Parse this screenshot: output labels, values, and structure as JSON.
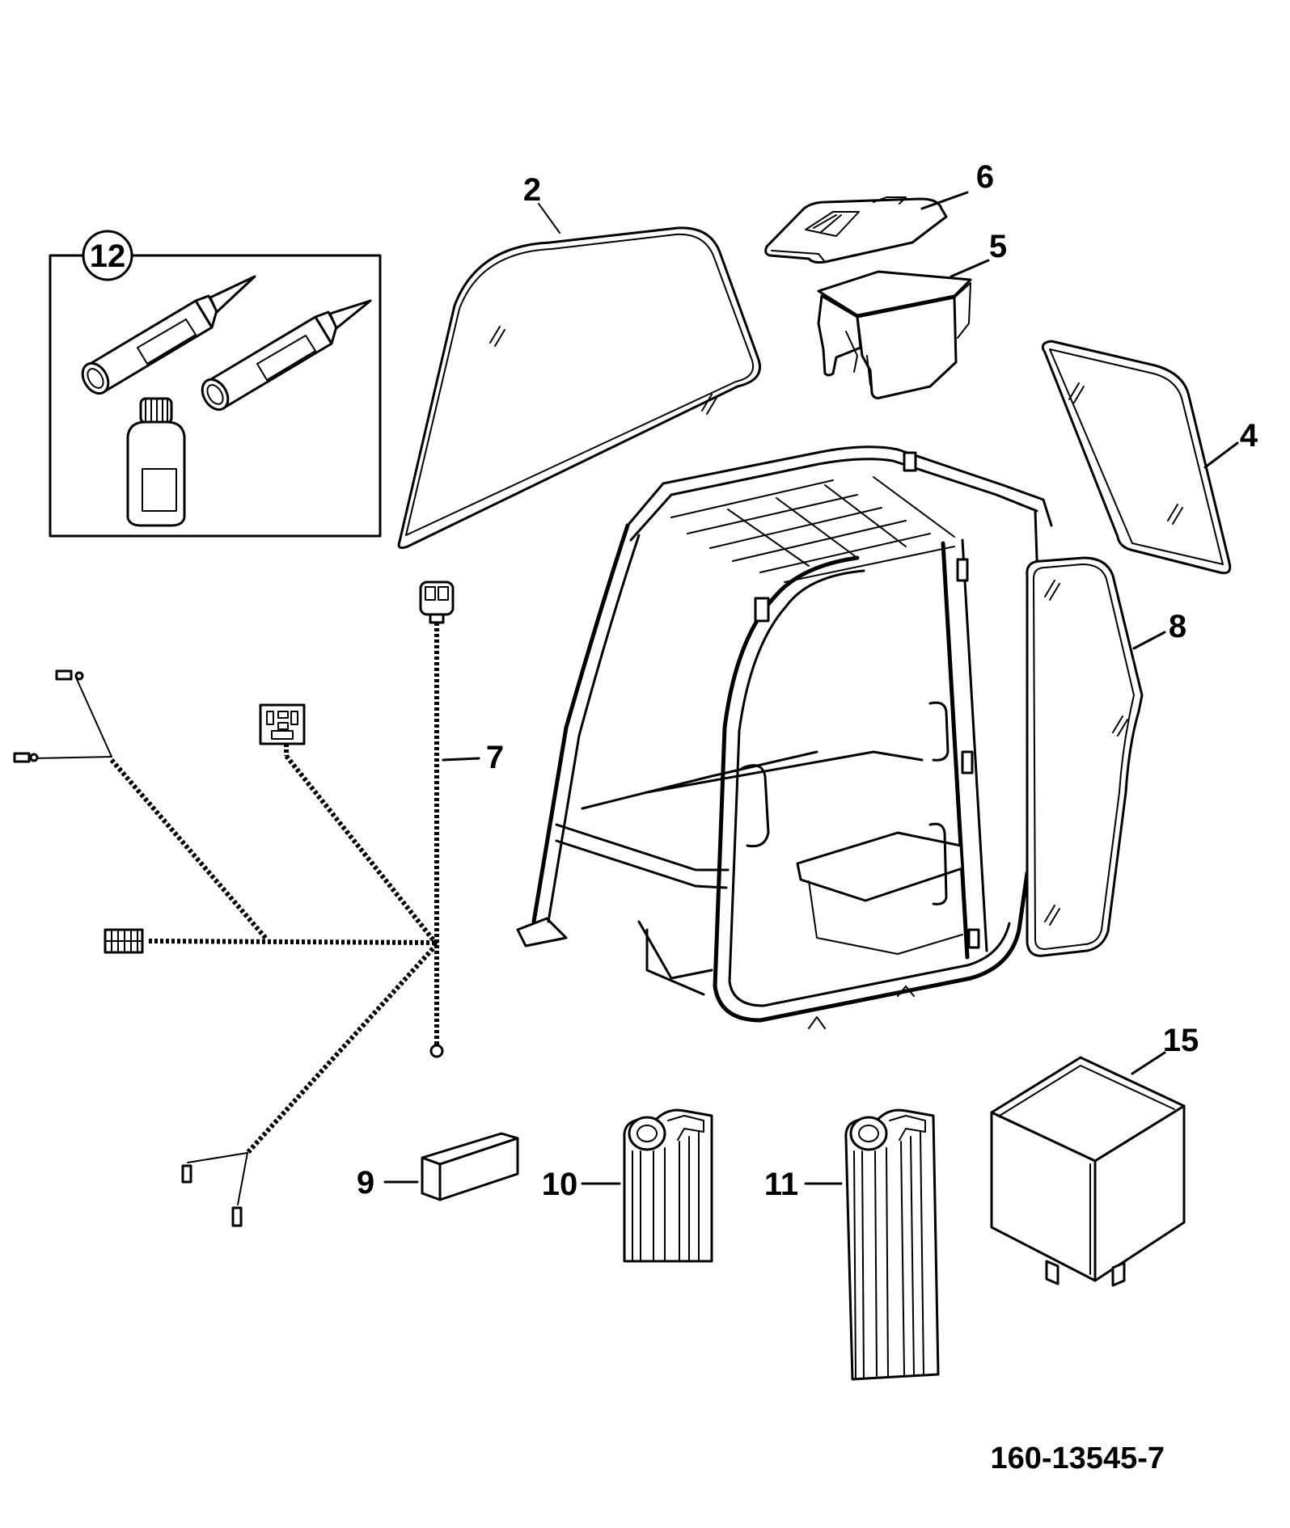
{
  "drawing_number": "160-13545-7",
  "callouts": {
    "c2": "2",
    "c4": "4",
    "c5": "5",
    "c6": "6",
    "c7": "7",
    "c8": "8",
    "c9": "9",
    "c10": "10",
    "c11": "11",
    "c12": "12",
    "c15": "15"
  }
}
